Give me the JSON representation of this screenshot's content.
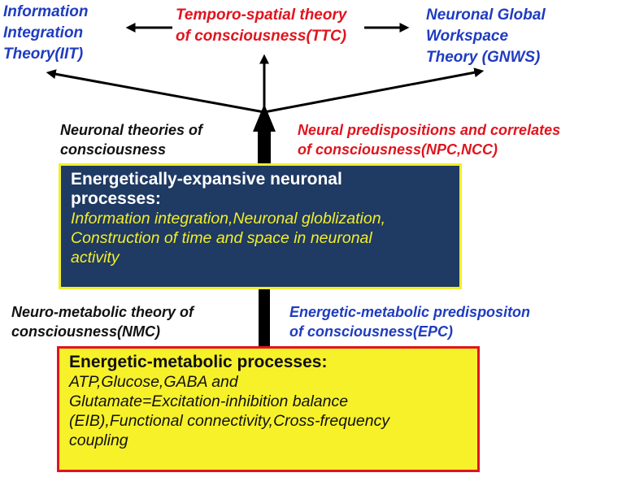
{
  "top_theories": {
    "iit": [
      "Information",
      "Integration",
      "Theory(IIT)"
    ],
    "ttc": [
      "Temporo-spatial theory",
      "of consciousness(TTC)"
    ],
    "gnws": [
      "Neuronal Global",
      "Workspace",
      "Theory (GNWS)"
    ]
  },
  "middle_labels": {
    "neuronal_theories": [
      "Neuronal theories of",
      "consciousness"
    ],
    "npc_ncc": [
      "Neural predispositions and correlates",
      "of consciousness(NPC,NCC)"
    ]
  },
  "neuronal_box": {
    "title": [
      "Energetically-expansive neuronal",
      "processes:"
    ],
    "body": [
      "Information integration,Neuronal globlization,",
      "Construction of time and space in neuronal",
      "activity"
    ]
  },
  "lower_labels": {
    "nmc": [
      "Neuro-metabolic theory of",
      "consciousness(NMC)"
    ],
    "epc": [
      "Energetic-metabolic predispositon",
      "of consciousness(EPC)"
    ]
  },
  "metabolic_box": {
    "title": "Energetic-metabolic processes:",
    "body": [
      "ATP,Glucose,GABA and",
      "Glutamate=Excitation-inhibition balance",
      "(EIB),Functional connectivity,Cross-frequency",
      "coupling"
    ]
  },
  "colors": {
    "blue_text": "#1f3cbf",
    "red_text": "#e0141e",
    "dark_box": "#1f3a63",
    "yellow": "#f7f12a"
  }
}
